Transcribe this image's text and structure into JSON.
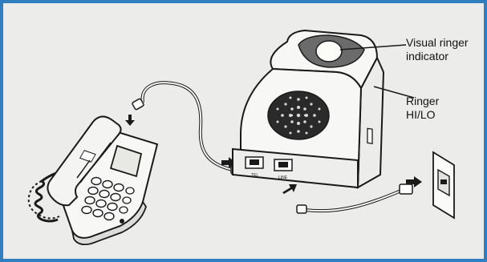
{
  "labels": {
    "visual_ringer": [
      "Visual ringer",
      "indicator"
    ],
    "ringer_hilo": [
      "Ringer",
      "HI/LO"
    ]
  },
  "port_labels": {
    "tel": "TEL",
    "line": "LINE"
  },
  "colors": {
    "frame": "#2f7fc0",
    "background": "#ececea",
    "line": "#1a1a1a",
    "device_fill": "#f7f7f5",
    "indicator_dark": "#6b6b6b"
  }
}
